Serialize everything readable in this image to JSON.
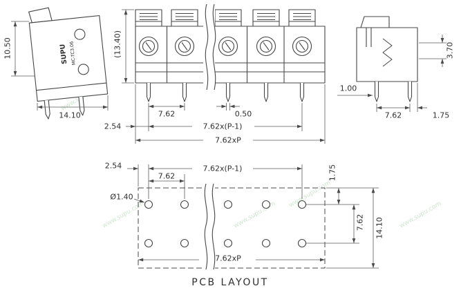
{
  "watermark": {
    "text": "www.supu.com",
    "color": "#c4e4c4"
  },
  "views": {
    "side_left": {
      "brand": "SUPU",
      "model": "MC-TC3.06",
      "dim_height": "10.50",
      "dim_width": "14.10"
    },
    "front": {
      "dim_total_height": "(13.40)",
      "dim_pitch": "7.62",
      "dim_pin_width": "0.50",
      "dim_offset": "2.54",
      "dim_span": "7.62x(P-1)",
      "dim_total": "7.62xP"
    },
    "side_right": {
      "dim_depth": "3.70",
      "dim_pin_thickness": "1.00",
      "dim_pin_pitch": "7.62",
      "dim_edge": "1.75"
    },
    "pcb": {
      "dim_offset": "2.54",
      "dim_span": "7.62x(P-1)",
      "dim_pitch": "7.62",
      "dim_edge": "1.75",
      "dim_hole": "Ø1.40",
      "dim_row_pitch": "7.62",
      "dim_height": "14.10",
      "dim_total": "7.62xP",
      "caption": "PCB LAYOUT"
    }
  }
}
